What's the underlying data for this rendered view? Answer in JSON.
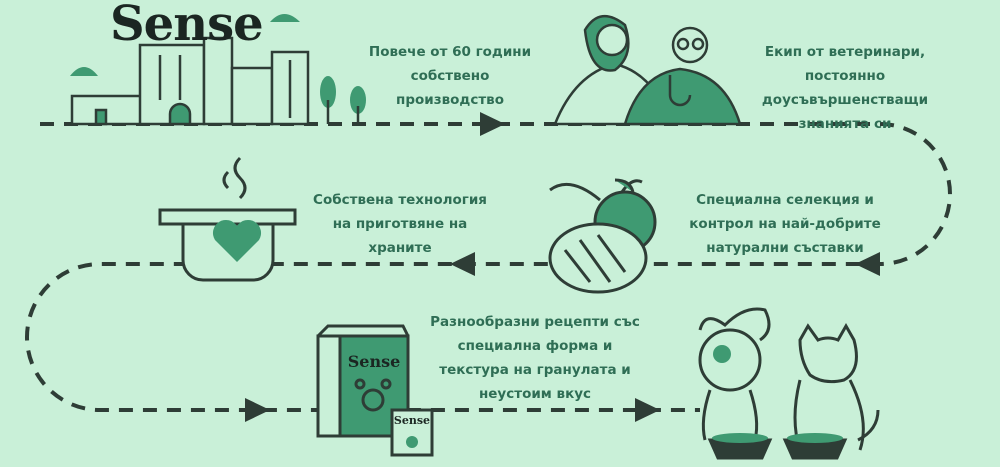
{
  "brand": {
    "logo_text": "Sense"
  },
  "steps": [
    {
      "text": "Повече от 60 години\nсобствено\nпроизводство"
    },
    {
      "text": "Екип от ветеринари,\nпостоянно доусъвършенстващи\nзнанията си"
    },
    {
      "text": "Собствена технология\nна приготвяне на\nхраните"
    },
    {
      "text": "Специална селекция и\nконтрол на най-добрите\nнатурални съставки"
    },
    {
      "text": "Разнообразни рецепти със\nспециална форма и\nтекстура на гранулата и\nнеустоим вкус"
    }
  ],
  "package": {
    "bag_label": "Sense",
    "can_label": "Sense"
  },
  "colors": {
    "background": "#c9f0d8",
    "accent": "#3f9a72",
    "text": "#2f6e55",
    "line": "#2e3d36"
  }
}
